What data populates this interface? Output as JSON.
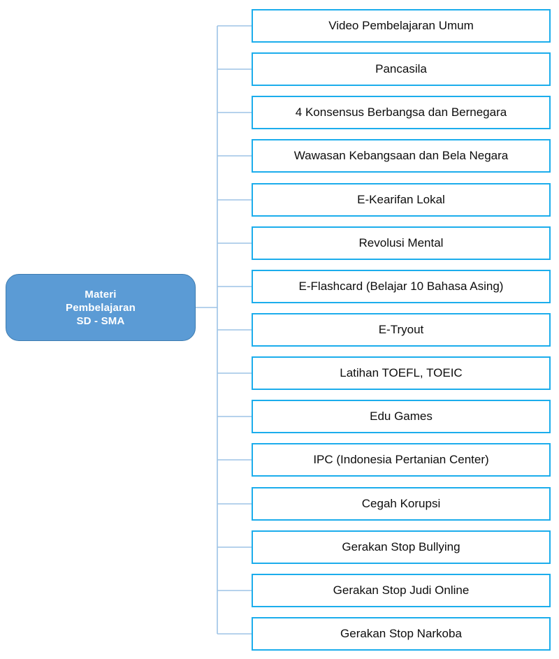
{
  "diagram": {
    "type": "tree",
    "orientation": "left-to-right",
    "root": {
      "lines": [
        "Materi",
        "Pembelajaran",
        "SD - SMA"
      ],
      "fill_color": "#5B9BD5",
      "border_color": "#3E7CB0",
      "text_color": "#FFFFFF"
    },
    "style": {
      "leaf_border_color": "#1CADEC",
      "leaf_fill_color": "#FFFFFF",
      "leaf_text_color": "#0D0D0D",
      "connector_color": "#9DC3E6"
    },
    "leaves": [
      {
        "label": "Video Pembelajaran Umum"
      },
      {
        "label": "Pancasila"
      },
      {
        "label": "4 Konsensus Berbangsa dan Bernegara"
      },
      {
        "label": "Wawasan Kebangsaan dan Bela Negara"
      },
      {
        "label": "E-Kearifan Lokal"
      },
      {
        "label": "Revolusi Mental"
      },
      {
        "label": "E-Flashcard (Belajar 10 Bahasa Asing)"
      },
      {
        "label": "E-Tryout"
      },
      {
        "label": "Latihan TOEFL, TOEIC"
      },
      {
        "label": "Edu Games"
      },
      {
        "label": "IPC (Indonesia Pertanian Center)"
      },
      {
        "label": "Cegah Korupsi"
      },
      {
        "label": "Gerakan Stop Bullying"
      },
      {
        "label": "Gerakan Stop Judi Online"
      },
      {
        "label": "Gerakan Stop Narkoba"
      }
    ]
  }
}
